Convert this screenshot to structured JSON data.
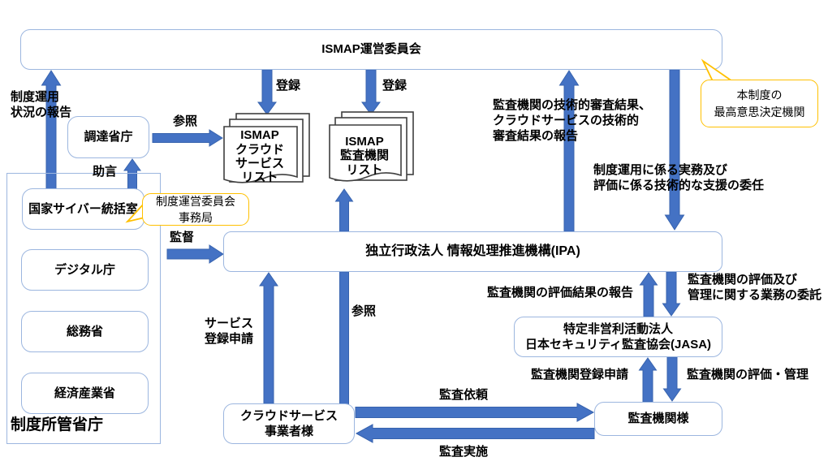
{
  "title": "ISMAP制度 体制図",
  "colors": {
    "arrow": "#4472C4",
    "arrow_border": "#3763AE",
    "box_border": "#9CB6DF",
    "callout_border": "#FFC000",
    "doc_border": "#3F3F3F",
    "text": "#000000"
  },
  "nodes": {
    "committee": {
      "label": "ISMAP運営委員会"
    },
    "procurement": {
      "label": "調達省庁"
    },
    "cyber_office": {
      "label": "国家サイバー統括室"
    },
    "digital_agency": {
      "label": "デジタル庁"
    },
    "mic": {
      "label": "総務省"
    },
    "meti": {
      "label": "経済産業省"
    },
    "ministries_group": {
      "label": "制度所管省庁"
    },
    "ipa": {
      "label": "独立行政法人 情報処理推進機構(IPA)"
    },
    "jasa": {
      "label": "特定非営利活動法人\n日本セキュリティ監査協会(JASA)"
    },
    "cloud_provider": {
      "label": "クラウドサービス\n事業者様"
    },
    "audit_org": {
      "label": "監査機関様"
    },
    "cloud_list": {
      "label": "ISMAP\nクラウド\nサービス\nリスト"
    },
    "audit_list": {
      "label": "ISMAP\n監査機関\nリスト"
    }
  },
  "callouts": {
    "secretariat": {
      "label": "制度運営委員会\n事務局"
    },
    "decision_body": {
      "label": "本制度の\n最高意思決定機関"
    }
  },
  "edge_labels": {
    "report_status": "制度運用\n状況の報告",
    "reference_top": "参照",
    "advice": "助言",
    "register_cloud": "登録",
    "register_audit": "登録",
    "supervise": "監督",
    "tech_report": "監査機関の技術的審査結果、\nクラウドサービスの技術的\n審査結果の報告",
    "delegation": "制度運用に係る実務及び\n評価に係る技術的な支援の委任",
    "service_apply": "サービス\n登録申請",
    "reference_mid": "参照",
    "eval_report": "監査機関の評価結果の報告",
    "eval_delegate": "監査機関の評価及び\n管理に関する業務の委託",
    "audit_apply": "監査機関登録申請",
    "eval_manage": "監査機関の評価・管理",
    "audit_request": "監査依頼",
    "audit_execute": "監査実施"
  }
}
